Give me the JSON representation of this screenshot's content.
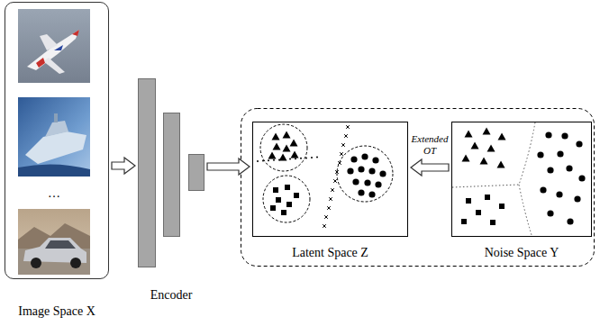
{
  "diagram": {
    "nodes": [
      {
        "text": [
          "Image Space X"
        ]
      },
      {
        "text": [
          "Encoder"
        ]
      },
      {
        "text": [
          "Latent Space Z"
        ]
      },
      {
        "text": [
          "Noise Space Y"
        ]
      }
    ],
    "edges": [
      {
        "from": 0,
        "to": 1,
        "arrow": "to"
      },
      {
        "from": 1,
        "to": 2,
        "arrow": "to"
      },
      {
        "from": 3,
        "to": 2,
        "arrow": "to",
        "label": "Extended OT"
      }
    ],
    "labels": [
      "…"
    ]
  }
}
